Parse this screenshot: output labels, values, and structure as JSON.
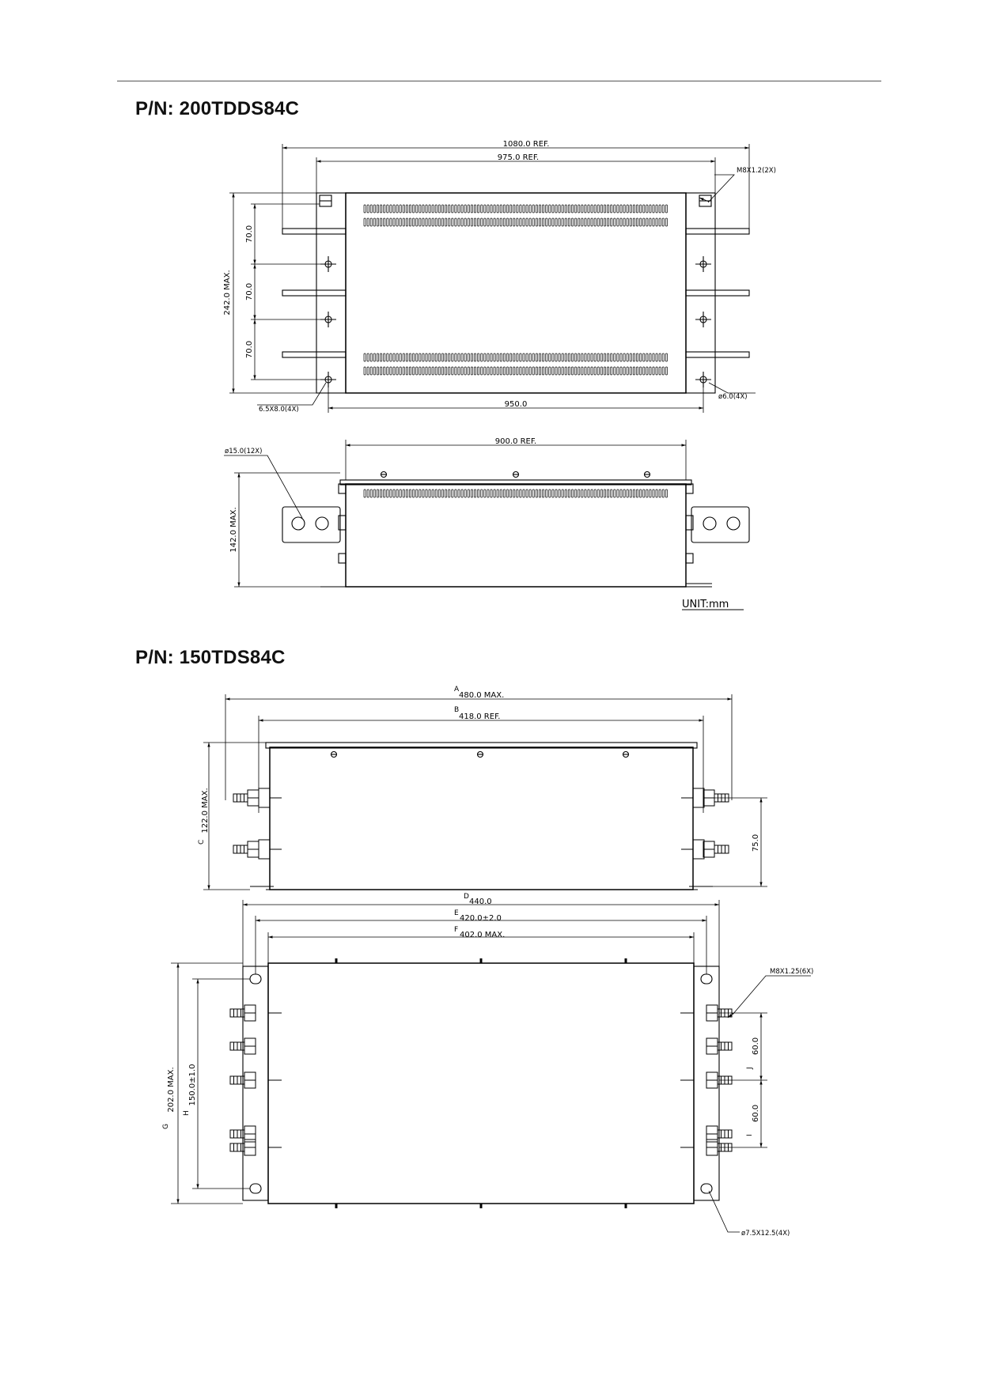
{
  "drawing1": {
    "part_number": "P/N: 200TDDS84C",
    "dims": {
      "overall_length": "1080.0  REF.",
      "mount_span": "975.0  REF.",
      "terminal_thread": "M8X1.2(2X)",
      "height_max": "242.0  MAX.",
      "pitch_1": "70.0",
      "pitch_2": "70.0",
      "pitch_3": "70.0",
      "slot": "6.5X8.0(4X)",
      "body_length": "950.0",
      "hole": "ø6.0(4X)",
      "top_span": "900.0  REF.",
      "bus_hole": "ø15.0(12X)",
      "side_height": "142.0  MAX."
    },
    "unit": "UNIT:mm"
  },
  "drawing2": {
    "part_number": "P/N: 150TDS84C",
    "dims": {
      "a_letter": "A",
      "a_value": "480.0  MAX.",
      "b_letter": "B",
      "b_value": "418.0  REF.",
      "c_letter": "C",
      "c_value": "122.0  MAX.",
      "height_75": "75.0",
      "d_letter": "D",
      "d_value": "440.0",
      "e_letter": "E",
      "e_value": "420.0±2.0",
      "f_letter": "F",
      "f_value": "402.0  MAX.",
      "thread": "M8X1.25(6X)",
      "g_letter": "G",
      "g_value": "202.0  MAX.",
      "h_letter": "H",
      "h_value": "150.0±1.0",
      "j_letter": "J",
      "j_value": "60.0",
      "i_letter": "I",
      "i_value": "60.0",
      "slot": "ø7.5X12.5(4X)"
    }
  }
}
